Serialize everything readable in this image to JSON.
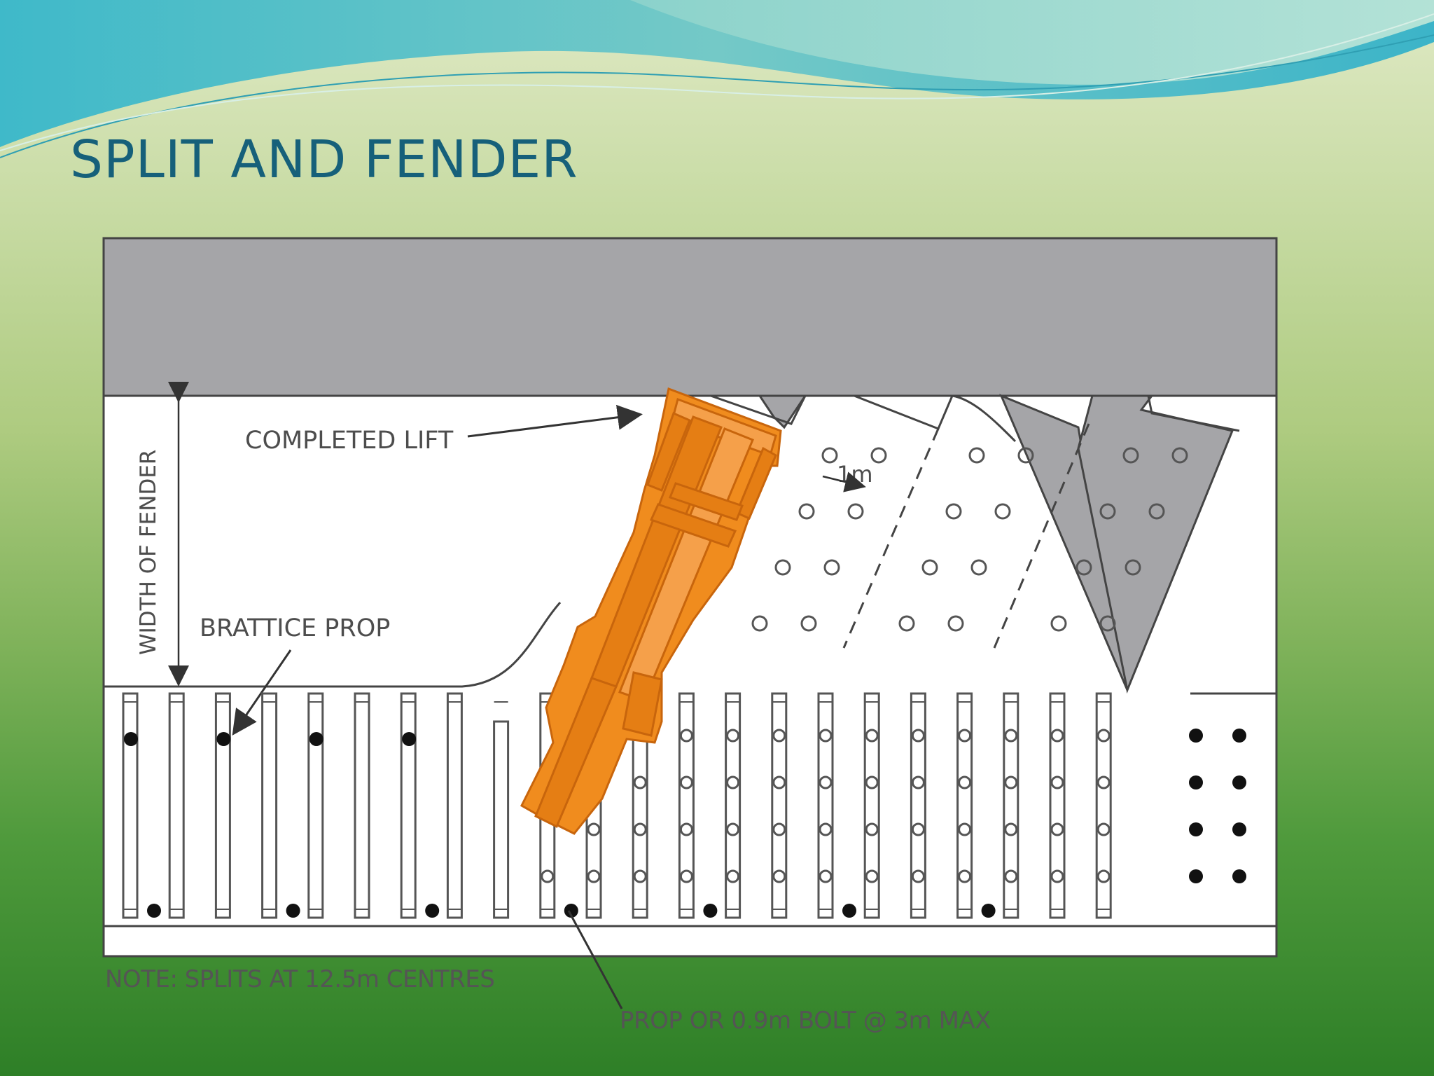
{
  "slide": {
    "title": "SPLIT AND FENDER"
  },
  "diagram": {
    "labels": {
      "completed_lift": "COMPLETED LIFT",
      "width_of_fender": "WIDTH OF FENDER",
      "brattice_prop": "BRATTICE PROP",
      "spacing": "1m",
      "note": "NOTE: SPLITS AT 12.5m CENTRES",
      "prop_or_bolt": "PROP OR 0.9m BOLT @ 3m MAX"
    },
    "colors": {
      "goaf": "#a5a5a8",
      "miner": "#f08c1e",
      "background_wave": "#5cc8d2",
      "title": "#16607a"
    },
    "icons": [
      "continuous-miner-icon"
    ]
  }
}
